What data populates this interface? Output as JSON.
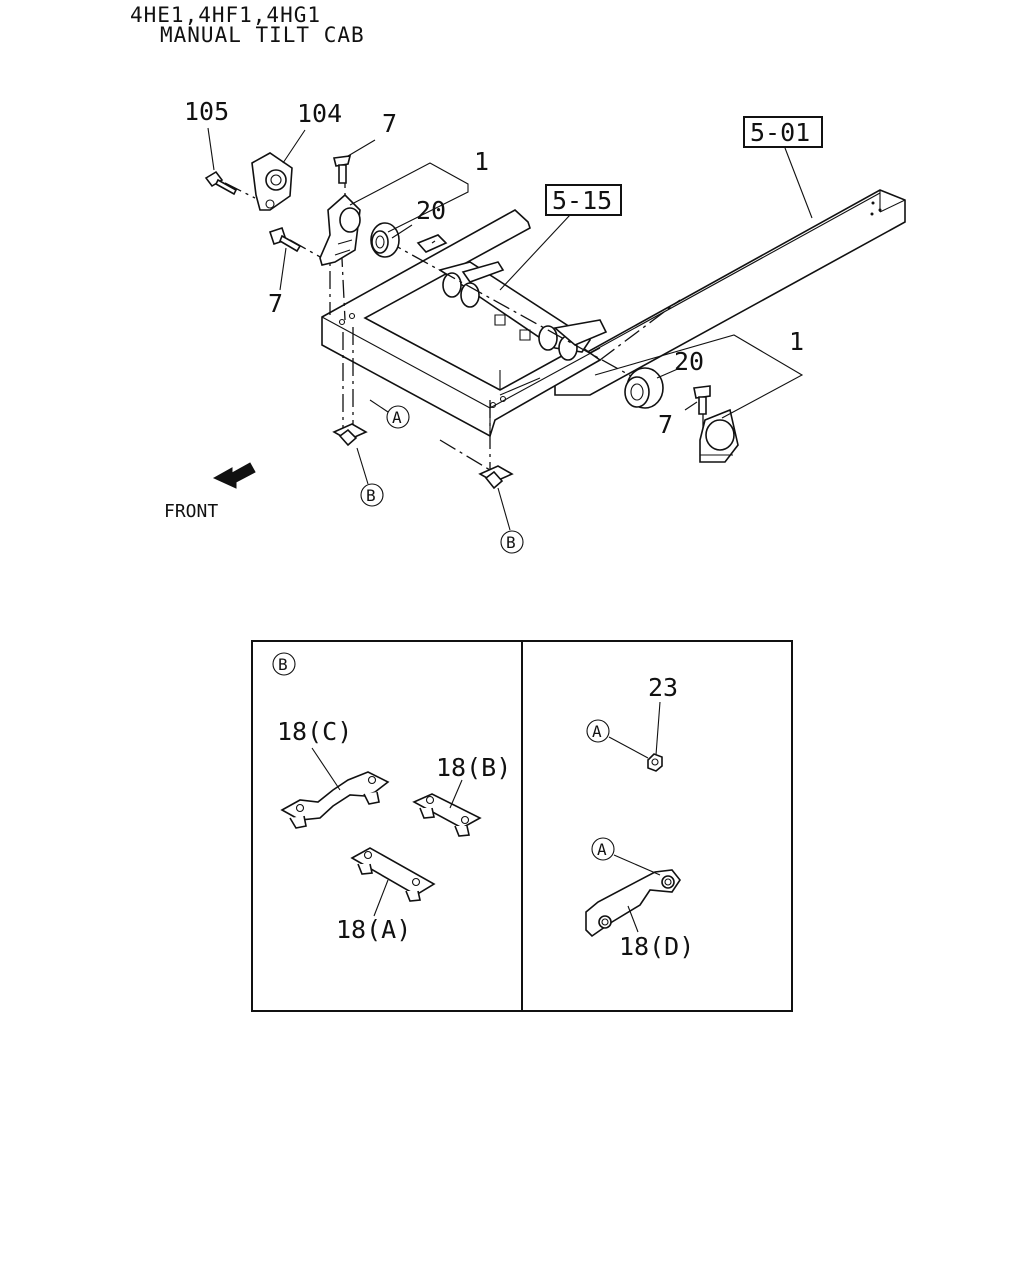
{
  "header": {
    "line1": "4HE1,4HF1,4HG1",
    "line2": "MANUAL TILT CAB"
  },
  "callouts": {
    "c105": "105",
    "c104": "104",
    "c7_top": "7",
    "c1_top": "1",
    "c20_top": "20",
    "c7_left": "7",
    "c5_15": "5-15",
    "c5_01": "5-01",
    "c20_right": "20",
    "c1_right": "1",
    "c7_right": "7"
  },
  "markers": {
    "a": "A",
    "b": "B"
  },
  "front_label": "FRONT",
  "detail_panel": {
    "left_marker": "B",
    "p18c": "18(C)",
    "p18b": "18(B)",
    "p18a": "18(A)",
    "right_marker": "A",
    "p23": "23",
    "p18d": "18(D)"
  },
  "colors": {
    "ink": "#111111",
    "paper": "#ffffff"
  }
}
